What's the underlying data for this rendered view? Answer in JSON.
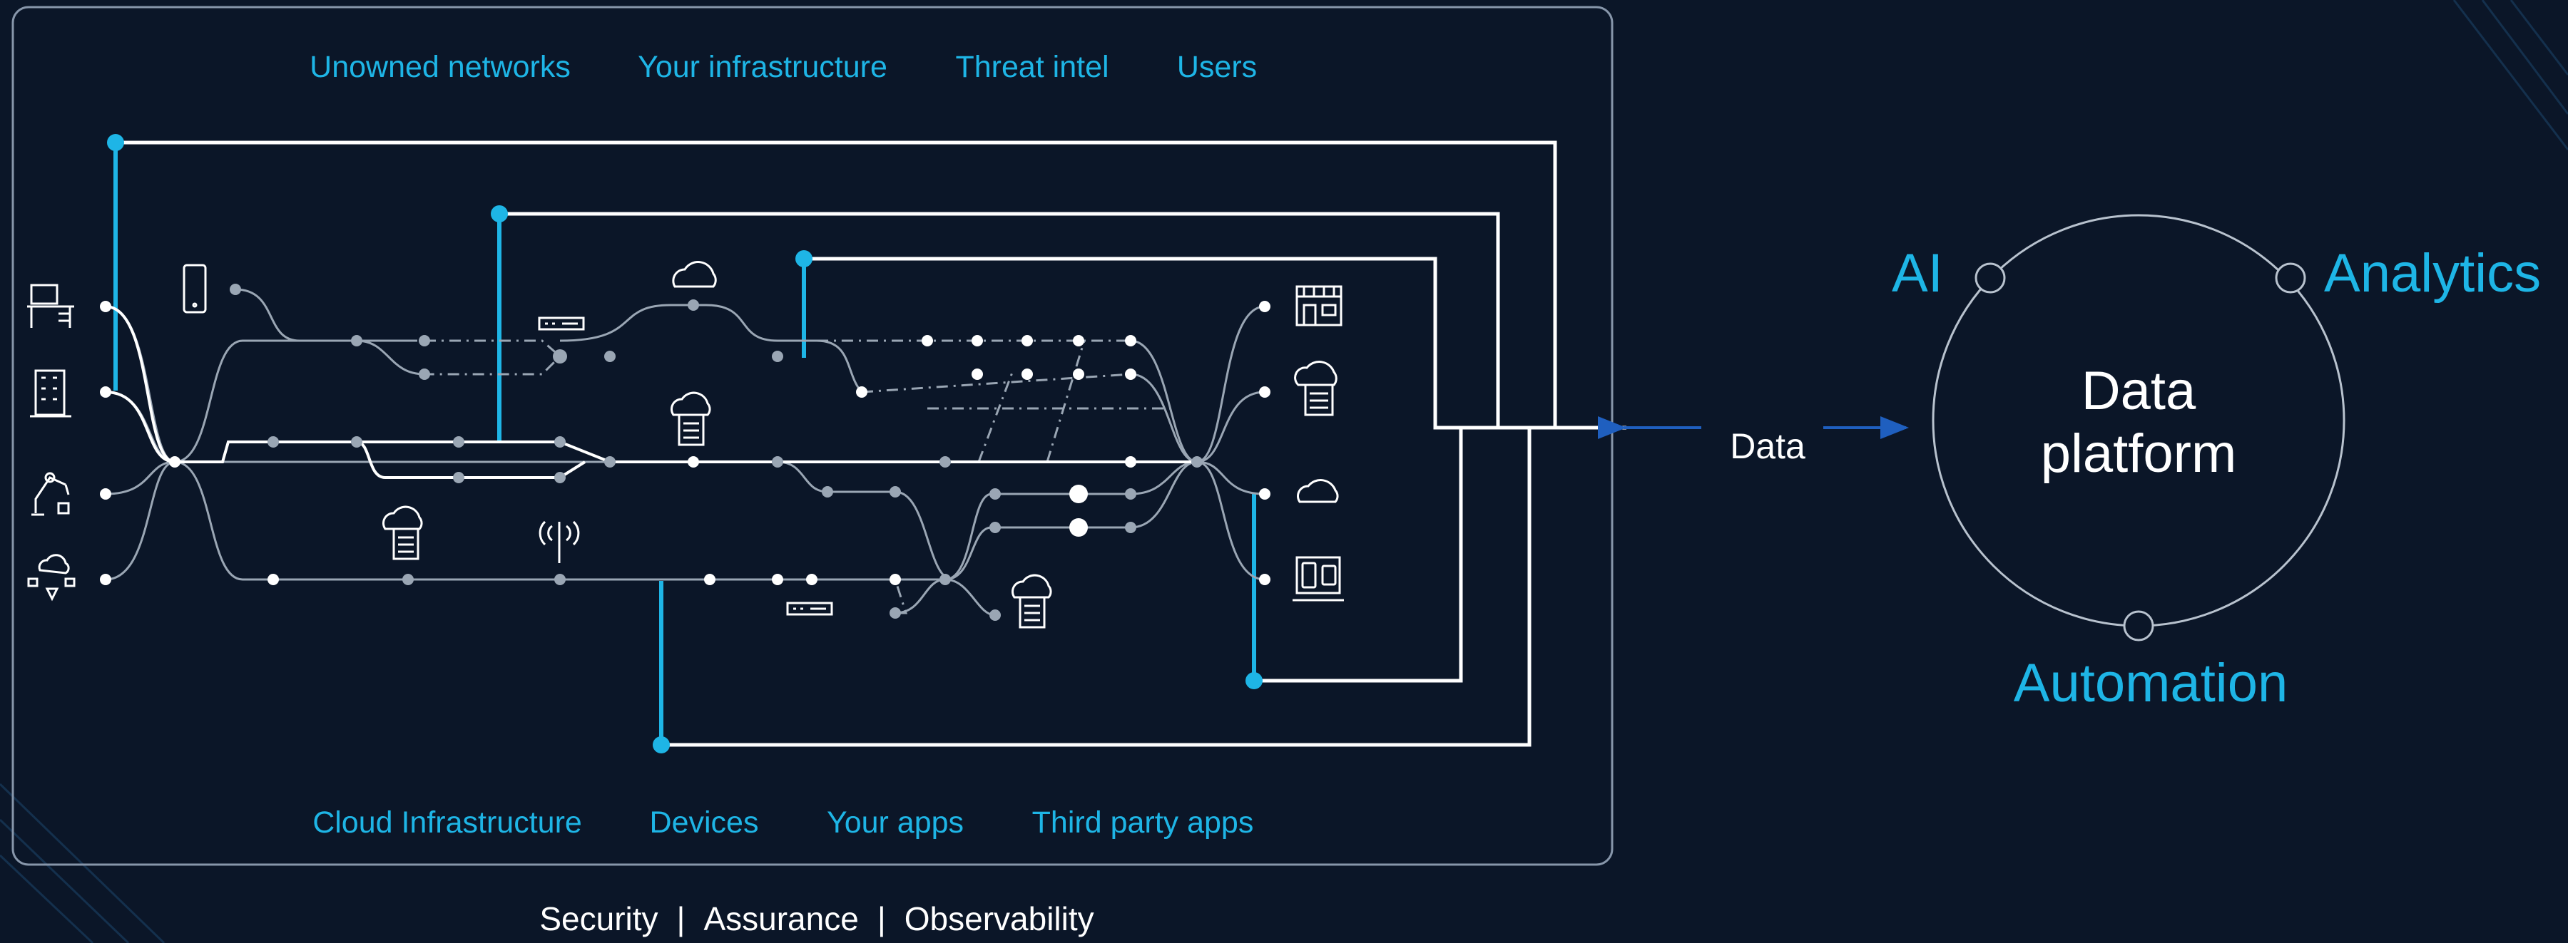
{
  "top_labels": [
    "Unowned networks",
    "Your infrastructure",
    "Threat intel",
    "Users"
  ],
  "bottom_labels": [
    "Cloud Infrastructure",
    "Devices",
    "Your apps",
    "Third party apps"
  ],
  "caption": {
    "items": [
      "Security",
      "Assurance",
      "Observability"
    ],
    "separator": "|"
  },
  "data_label": "Data",
  "platform": {
    "title_line1": "Data",
    "title_line2": "platform",
    "capabilities": {
      "ai": "AI",
      "analytics": "Analytics",
      "automation": "Automation"
    }
  },
  "icons": {
    "left": [
      "office-desk-icon",
      "building-icon",
      "robot-arm-icon",
      "cloud-network-icon"
    ],
    "right": [
      "storefront-icon",
      "cloud-server-icon",
      "cloud-icon",
      "devices-icon"
    ],
    "inner": [
      "mobile-phone-icon",
      "cloud-icon",
      "switch-icon",
      "cloud-server-icon",
      "cloud-server-icon",
      "radio-tower-icon",
      "switch-icon",
      "cloud-server-icon"
    ]
  },
  "colors": {
    "background": "#0b1628",
    "panel_border": "#8796aa",
    "accent": "#1eb5e6",
    "line_white": "#ffffff",
    "line_gray": "#9aa6b4",
    "arrow": "#1f5fbf"
  }
}
